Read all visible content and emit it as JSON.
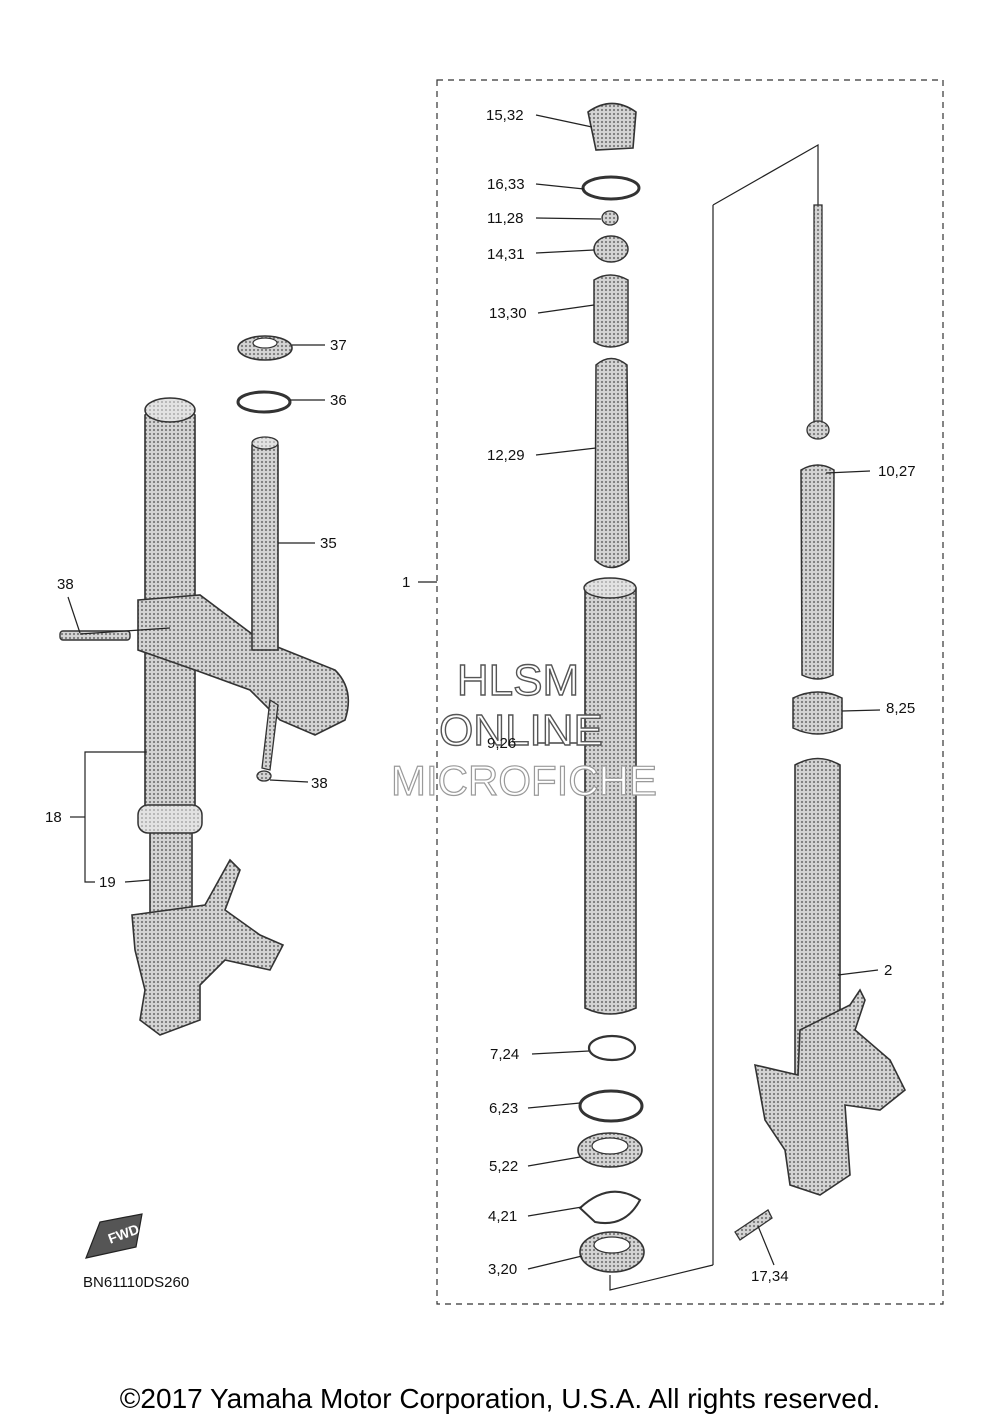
{
  "diagram": {
    "callouts": {
      "c1": "1",
      "c2": "2",
      "c3_20": "3,20",
      "c4_21": "4,21",
      "c5_22": "5,22",
      "c6_23": "6,23",
      "c7_24": "7,24",
      "c8_25": "8,25",
      "c9_26": "9,26",
      "c10_27": "10,27",
      "c11_28": "11,28",
      "c12_29": "12,29",
      "c13_30": "13,30",
      "c14_31": "14,31",
      "c15_32": "15,32",
      "c16_33": "16,33",
      "c17_34": "17,34",
      "c18": "18",
      "c19": "19",
      "c35": "35",
      "c36": "36",
      "c37": "37",
      "c38_top": "38",
      "c38_bottom": "38"
    },
    "front_badge": "FWD",
    "diagram_code": "BN61110DS260",
    "watermark": {
      "line1": "HLSM",
      "line2": "ONLINE",
      "line3": "MICROFICHE"
    },
    "copyright": "©2017 Yamaha Motor Corporation, U.S.A. All rights reserved."
  }
}
